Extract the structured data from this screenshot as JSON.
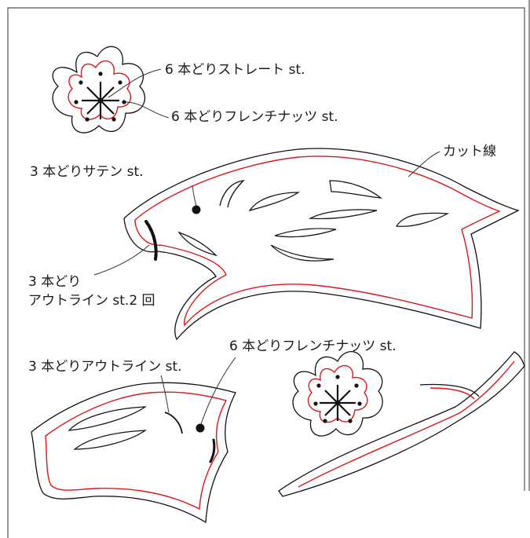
{
  "labels": {
    "straight_6": "6 本どりストレート st.",
    "french_knot_6_top": "6 本どりフレンチナッツ st.",
    "satin_3": "3 本どりサテン st.",
    "cut_line": "カット線",
    "outline_3_twice_line1": "3 本どり",
    "outline_3_twice_line2": "アウトライン st.2 回",
    "outline_3": "3 本どりアウトライン st.",
    "french_knot_6_bottom": "6 本どりフレンチナッツ st."
  },
  "colors": {
    "cut_line": "#111111",
    "stitch_guide": "#d7191c",
    "leader": "#333333",
    "frame": "#555555"
  }
}
